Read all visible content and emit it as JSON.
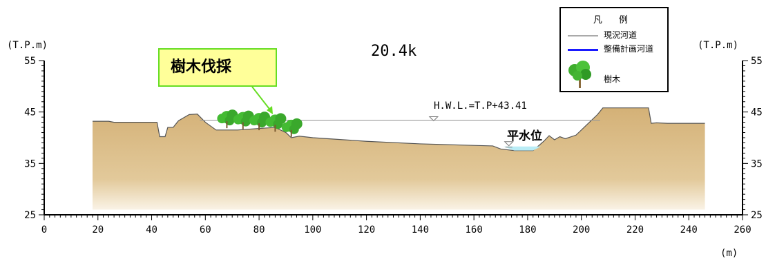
{
  "title": "20.4k",
  "y_unit_left": "(T.P.m)",
  "y_unit_right": "(T.P.m)",
  "x_unit": "(m)",
  "legend": {
    "title": "凡 例",
    "items": [
      {
        "label": "現況河道",
        "color": "#aaaaaa"
      },
      {
        "label": "整備計画河道",
        "color": "#1a1aff"
      },
      {
        "label": "樹木",
        "color": "#33bb33"
      }
    ]
  },
  "callout_label": "樹木伐採",
  "hwl_label": "H.W.L.=T.P+43.41",
  "normal_water_label": "平水位",
  "colors": {
    "ground": "#d4b177",
    "trees": "#44bb33",
    "water": "#b9ecf5",
    "callout_bg": "#ffff99",
    "callout_border": "#66dd22"
  },
  "chart_data": {
    "type": "area",
    "xlim": [
      0,
      260
    ],
    "ylim": [
      25,
      55
    ],
    "x_ticks": [
      0,
      20,
      40,
      60,
      80,
      100,
      120,
      140,
      160,
      180,
      200,
      220,
      240,
      260
    ],
    "y_ticks": [
      25,
      35,
      45,
      55
    ],
    "hwl": 43.41,
    "normal_water_level": 38.3,
    "profile": [
      [
        18,
        43.2
      ],
      [
        24,
        43.2
      ],
      [
        26,
        43.0
      ],
      [
        42,
        43.0
      ],
      [
        43,
        40.2
      ],
      [
        45,
        40.2
      ],
      [
        46,
        42.0
      ],
      [
        48,
        42.0
      ],
      [
        50,
        43.3
      ],
      [
        54,
        44.5
      ],
      [
        57,
        44.6
      ],
      [
        60,
        43.0
      ],
      [
        64,
        41.5
      ],
      [
        72,
        41.5
      ],
      [
        80,
        41.8
      ],
      [
        86,
        42.0
      ],
      [
        90,
        41.0
      ],
      [
        92,
        40.0
      ],
      [
        95,
        40.3
      ],
      [
        100,
        40.0
      ],
      [
        120,
        39.3
      ],
      [
        140,
        38.8
      ],
      [
        160,
        38.5
      ],
      [
        167,
        38.4
      ],
      [
        170,
        37.8
      ],
      [
        175,
        37.5
      ],
      [
        182,
        37.5
      ],
      [
        184,
        38.4
      ],
      [
        186,
        39.3
      ],
      [
        188,
        40.4
      ],
      [
        190,
        39.6
      ],
      [
        192,
        40.2
      ],
      [
        194,
        39.8
      ],
      [
        198,
        40.5
      ],
      [
        202,
        42.5
      ],
      [
        206,
        44.5
      ],
      [
        208,
        45.8
      ],
      [
        225,
        45.8
      ],
      [
        226,
        42.8
      ],
      [
        228,
        42.9
      ],
      [
        232,
        42.8
      ],
      [
        246,
        42.8
      ]
    ],
    "trees": [
      [
        68,
        44.0
      ],
      [
        74,
        43.8
      ],
      [
        80,
        43.6
      ],
      [
        86,
        43.3
      ],
      [
        92,
        42.3
      ]
    ],
    "water_surface": [
      [
        171,
        38.3
      ],
      [
        185,
        38.3
      ]
    ]
  }
}
